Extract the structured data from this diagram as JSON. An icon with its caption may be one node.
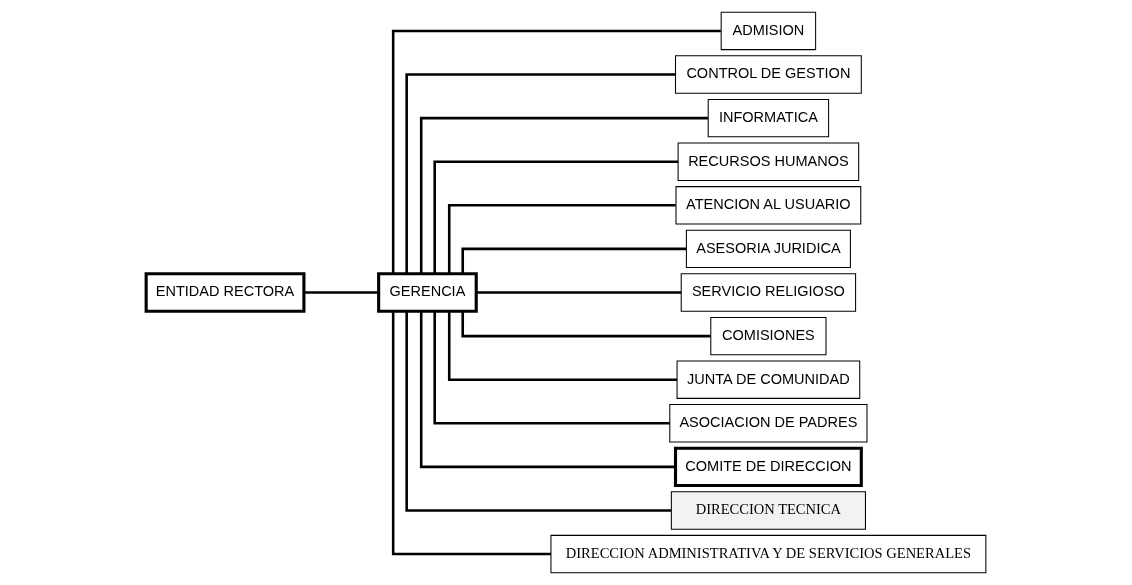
{
  "diagram": {
    "nodes": [
      {
        "text": [
          "ENTIDAD RECTORA"
        ]
      },
      {
        "text": [
          "GERENCIA"
        ]
      },
      {
        "text": [
          "ADMISION"
        ]
      },
      {
        "text": [
          "CONTROL DE GESTION"
        ]
      },
      {
        "text": [
          "INFORMATICA"
        ]
      },
      {
        "text": [
          "RECURSOS HUMANOS"
        ]
      },
      {
        "text": [
          "ATENCION AL USUARIO"
        ]
      },
      {
        "text": [
          "ASESORIA JURIDICA"
        ]
      },
      {
        "text": [
          "SERVICIO RELIGIOSO"
        ]
      },
      {
        "text": [
          "COMISIONES"
        ]
      },
      {
        "text": [
          "JUNTA DE COMUNIDAD"
        ]
      },
      {
        "text": [
          "ASOCIACION DE PADRES"
        ]
      },
      {
        "text": [
          "COMITE DE DIRECCION"
        ]
      },
      {
        "text": [
          "DIRECCION TECNICA"
        ]
      },
      {
        "text": [
          "DIRECCION ADMINISTRATIVA Y DE SERVICIOS GENERALES"
        ]
      }
    ],
    "edges": [
      {
        "from": 0,
        "to": 1,
        "arrow": "none"
      },
      {
        "from": 1,
        "to": 2,
        "arrow": "none"
      },
      {
        "from": 1,
        "to": 3,
        "arrow": "none"
      },
      {
        "from": 1,
        "to": 4,
        "arrow": "none"
      },
      {
        "from": 1,
        "to": 5,
        "arrow": "none"
      },
      {
        "from": 1,
        "to": 6,
        "arrow": "none"
      },
      {
        "from": 1,
        "to": 7,
        "arrow": "none"
      },
      {
        "from": 1,
        "to": 8,
        "arrow": "none"
      },
      {
        "from": 1,
        "to": 9,
        "arrow": "none"
      },
      {
        "from": 1,
        "to": 10,
        "arrow": "none"
      },
      {
        "from": 1,
        "to": 11,
        "arrow": "none"
      },
      {
        "from": 1,
        "to": 12,
        "arrow": "none"
      },
      {
        "from": 1,
        "to": 13,
        "arrow": "none"
      },
      {
        "from": 1,
        "to": 14,
        "arrow": "none"
      }
    ]
  }
}
